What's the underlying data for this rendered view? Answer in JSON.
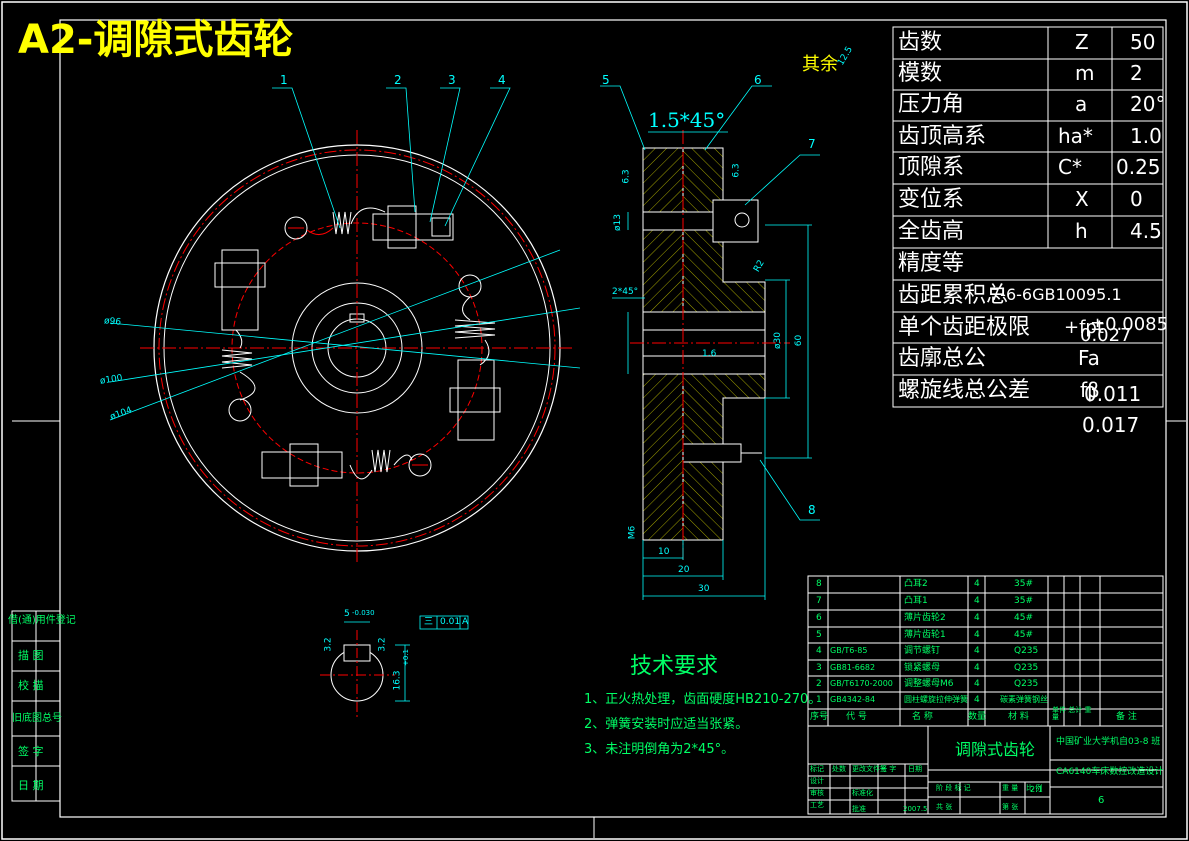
{
  "title": "A2-调隙式齿轮",
  "surface_note": "其余",
  "surface_note_value": "12.5",
  "callouts": [
    "1",
    "2",
    "3",
    "4",
    "5",
    "6",
    "7",
    "8"
  ],
  "dims": {
    "chamfer_top": "1.5*45°",
    "phi96": "ø96",
    "phi100": "ø100",
    "phi104": "ø104",
    "phi13": "ø13",
    "m6": "M6",
    "phi30": "ø30",
    "d60": "60",
    "chamfer_side": "2*45°",
    "r1_6": "1.6",
    "d10": "10",
    "d20": "20",
    "d30": "30",
    "ra6_3a": "6.3",
    "ra6_3b": "6.3",
    "r2": "R2",
    "key_5": "5",
    "key_tol": "-0.030",
    "key_16": "16.3",
    "key_tol2": "+0.1",
    "key_ra_a": "3.2",
    "key_ra_b": "3.2",
    "geo_tol_sym": "三",
    "geo_tol_val": "0.01",
    "geo_tol_ref": "A"
  },
  "params": [
    {
      "name": "齿数",
      "sym": "Z",
      "val": "50"
    },
    {
      "name": "模数",
      "sym": "m",
      "val": "2"
    },
    {
      "name": "压力角",
      "sym": "a",
      "val": "20°"
    },
    {
      "name": "齿顶高系",
      "sym": "ha*",
      "val": "1.0"
    },
    {
      "name": "顶隙系",
      "sym": "C*",
      "val": "0.25"
    },
    {
      "name": "变位系",
      "sym": "X",
      "val": "0"
    },
    {
      "name": "全齿高",
      "sym": "h",
      "val": "4.5"
    },
    {
      "name": "精度等",
      "sym": "",
      "val": ""
    },
    {
      "name": "齿距累积总",
      "sym": "7-6-6GB10095.1",
      "val": ""
    },
    {
      "name": "单个齿距极限",
      "sym": "+fpt",
      "val": "±0.0085"
    },
    {
      "name": "齿廓总公",
      "sym": "Fa",
      "val": "0.027"
    },
    {
      "name": "螺旋线总公差",
      "sym": "fβ",
      "val": "0.011"
    }
  ],
  "params_extra": "0.017",
  "tech": {
    "heading": "技术要求",
    "lines": [
      "1、正火热处理，齿面硬度HB210-270。",
      "2、弹簧安装时应适当张紧。",
      "3、未注明倒角为2*45°。"
    ]
  },
  "side_labels": [
    "借(通)用件登记",
    "描 图",
    "校 描",
    "旧底图总号",
    "签 字",
    "日 期"
  ],
  "bom": [
    {
      "no": "8",
      "code": "",
      "name": "凸耳2",
      "qty": "4",
      "mat": "35#",
      "note": ""
    },
    {
      "no": "7",
      "code": "",
      "name": "凸耳1",
      "qty": "4",
      "mat": "35#",
      "note": ""
    },
    {
      "no": "6",
      "code": "",
      "name": "薄片齿轮2",
      "qty": "4",
      "mat": "45#",
      "note": ""
    },
    {
      "no": "5",
      "code": "",
      "name": "薄片齿轮1",
      "qty": "4",
      "mat": "45#",
      "note": ""
    },
    {
      "no": "4",
      "code": "GB/T6-85",
      "name": "调节螺钉",
      "qty": "4",
      "mat": "Q235",
      "note": ""
    },
    {
      "no": "3",
      "code": "GB81-6682",
      "name": "锁紧螺母",
      "qty": "4",
      "mat": "Q235",
      "note": ""
    },
    {
      "no": "2",
      "code": "GB/T6170-2000",
      "name": "调整螺母M6",
      "qty": "4",
      "mat": "Q235",
      "note": ""
    },
    {
      "no": "1",
      "code": "GB4342-84",
      "name": "圆柱螺旋拉伸弹簧",
      "qty": "4",
      "mat": "碳素弹簧钢丝",
      "note": ""
    }
  ],
  "bom_header": [
    "序号",
    "代 号",
    "名 称",
    "数量",
    "材 料",
    "单件 总计 重量",
    "备 注"
  ],
  "title_block": {
    "drawing_name": "调隙式齿轮",
    "school": "中国矿业大学机自03-8 班",
    "project": "CA6140车床数控改造设计",
    "sheet_no": "6",
    "scale": "2:1",
    "year": "2007.5",
    "cells": [
      "标记",
      "处数",
      "更改文件号",
      "签 字",
      "日期",
      "设计",
      "审核",
      "工艺",
      "标准化",
      "批准",
      "阶 段 标 记",
      "重 量",
      "比 例",
      "共 张",
      "第 张"
    ]
  },
  "colors": {
    "bg": "#000000",
    "white": "#ffffff",
    "cyan": "#00ffff",
    "yellow": "#ffff00",
    "red": "#ff0000",
    "green": "#00ff66",
    "hatch": "#cccc00"
  }
}
